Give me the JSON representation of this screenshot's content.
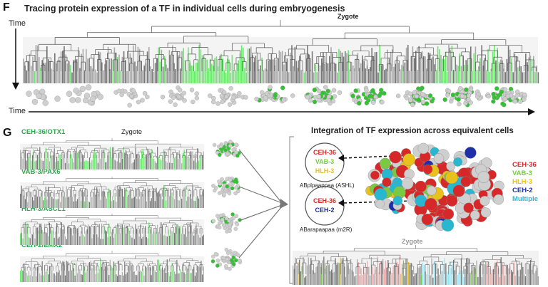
{
  "panelF": {
    "letter": "F",
    "title": "Tracing protein expression of a TF in individual cells during embryogenesis",
    "zygote_label": "Zygote",
    "time_vertical_label": "Time",
    "time_horizontal_label": "Time"
  },
  "panelG": {
    "letter": "G",
    "zygote_label": "Zygote",
    "tfs": [
      {
        "label": "CEH-36/OTX1"
      },
      {
        "label": "VAB-3/PAX6"
      },
      {
        "label": "HLH-3/ASCL1"
      },
      {
        "label": "CEH-2/EMX2"
      }
    ],
    "integration_title": "Integration of TF expression across equivalent cells",
    "circle1": {
      "lines": [
        "CEH-36",
        "VAB-3",
        "HLH-3"
      ],
      "cell": "ABplpaappaa (ASHL)"
    },
    "circle2": {
      "lines": [
        "CEH-36",
        "CEH-2"
      ],
      "cell": "ABarapaapaa (m2R)"
    },
    "legend": [
      {
        "label": "CEH-36",
        "color": "#d62828"
      },
      {
        "label": "VAB-3",
        "color": "#7ac943"
      },
      {
        "label": "HLH-3",
        "color": "#e8c21a"
      },
      {
        "label": "CEH-2",
        "color": "#1f2fa8"
      },
      {
        "label": "Multiple",
        "color": "#29b6d1"
      }
    ],
    "bottom_zygote_label": "Zygote"
  },
  "colors": {
    "expression_green": "#6ee86e",
    "lineage_gray": "#555555",
    "cell_gray": "#bdbdbd"
  }
}
